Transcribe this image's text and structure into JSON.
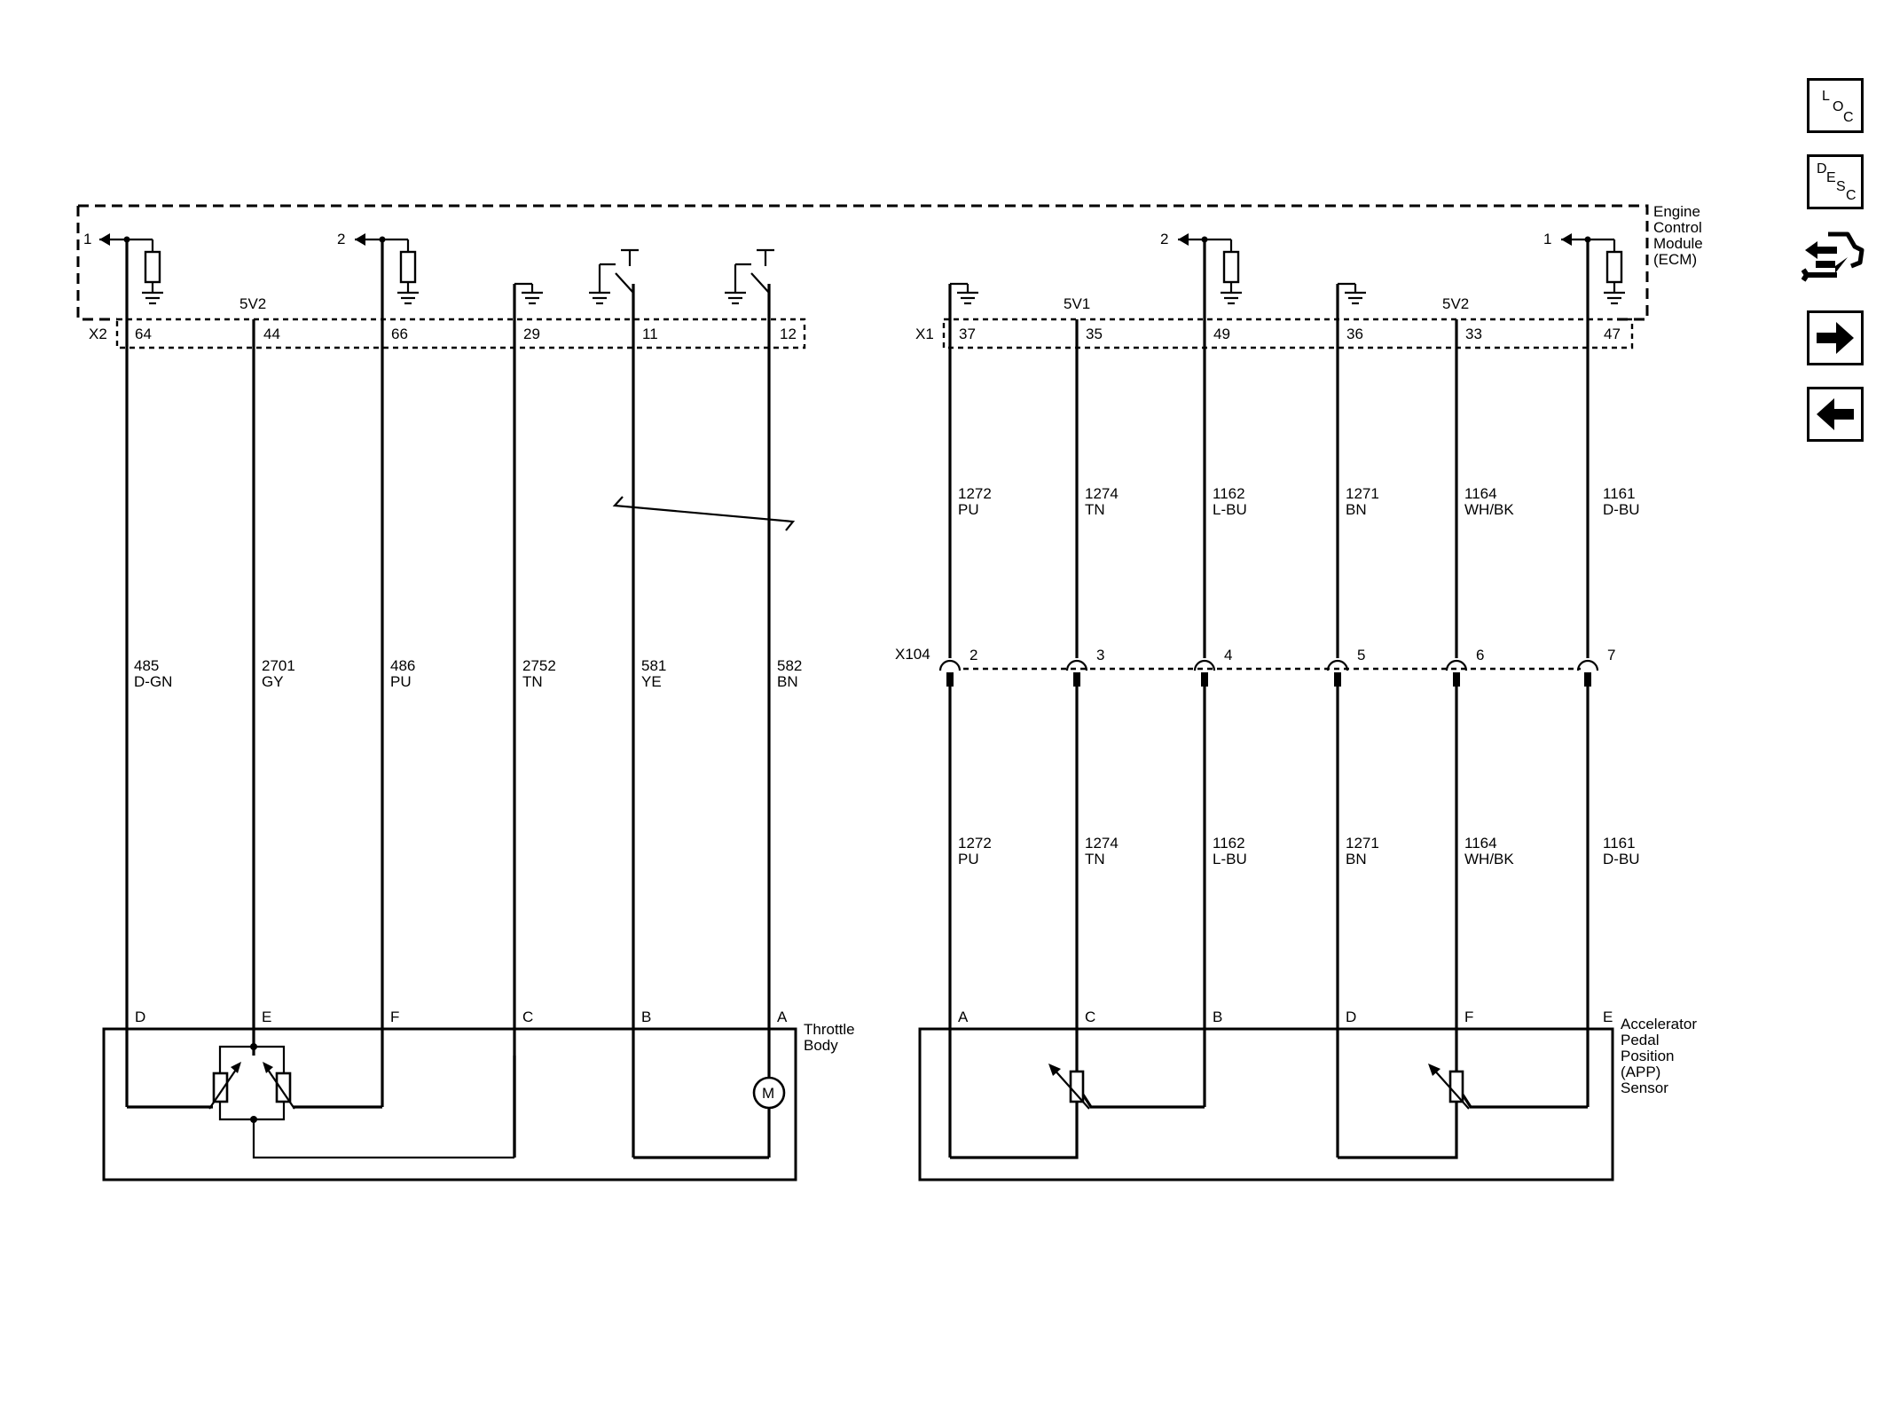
{
  "ecm": {
    "label_lines": [
      "Engine",
      "Control",
      "Module",
      "(ECM)"
    ]
  },
  "connectors": {
    "x2": "X2",
    "x1": "X1",
    "x104": "X104"
  },
  "ref_labels": {
    "left_a": "1",
    "left_b": "2",
    "right_a": "2",
    "right_b": "1"
  },
  "supply_labels": {
    "tb_ref": "5V2",
    "app_ref1": "5V1",
    "app_ref2": "5V2"
  },
  "throttle_body": {
    "label_lines": [
      "Throttle",
      "Body"
    ],
    "circuits": [
      {
        "ecm_pin": "64",
        "circuit": "485",
        "color": "D-GN",
        "pin": "D"
      },
      {
        "ecm_pin": "44",
        "circuit": "2701",
        "color": "GY",
        "pin": "E"
      },
      {
        "ecm_pin": "66",
        "circuit": "486",
        "color": "PU",
        "pin": "F"
      },
      {
        "ecm_pin": "29",
        "circuit": "2752",
        "color": "TN",
        "pin": "C"
      },
      {
        "ecm_pin": "11",
        "circuit": "581",
        "color": "YE",
        "pin": "B"
      },
      {
        "ecm_pin": "12",
        "circuit": "582",
        "color": "BN",
        "pin": "A"
      }
    ],
    "motor_label": "M"
  },
  "app_sensor": {
    "label_lines": [
      "Accelerator",
      "Pedal",
      "Position",
      "(APP)",
      "Sensor"
    ],
    "circuits": [
      {
        "ecm_pin": "37",
        "circuit": "1272",
        "color": "PU",
        "x104_pin": "2",
        "pin": "A"
      },
      {
        "ecm_pin": "35",
        "circuit": "1274",
        "color": "TN",
        "x104_pin": "3",
        "pin": "C"
      },
      {
        "ecm_pin": "49",
        "circuit": "1162",
        "color": "L-BU",
        "x104_pin": "4",
        "pin": "B"
      },
      {
        "ecm_pin": "36",
        "circuit": "1271",
        "color": "BN",
        "x104_pin": "5",
        "pin": "D"
      },
      {
        "ecm_pin": "33",
        "circuit": "1164",
        "color": "WH/BK",
        "x104_pin": "6",
        "pin": "F"
      },
      {
        "ecm_pin": "47",
        "circuit": "1161",
        "color": "D-BU",
        "x104_pin": "7",
        "pin": "E"
      }
    ]
  },
  "side_nav": {
    "loc": {
      "l1": "L",
      "l2": "O",
      "l3": "C"
    },
    "desc": {
      "l1": "D",
      "l2": "E",
      "l3": "S",
      "l4": "C"
    }
  }
}
